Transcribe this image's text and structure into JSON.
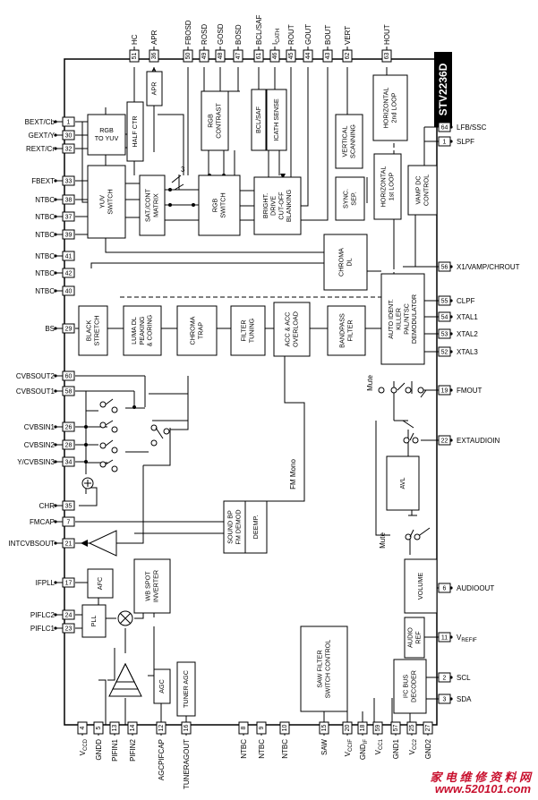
{
  "chip": {
    "part_number": "STV2236D"
  },
  "pins": {
    "p1": {
      "num": "1",
      "label": "BEXT/Cb"
    },
    "p2": {
      "num": "30",
      "label": "GEXT/Y"
    },
    "p3": {
      "num": "32",
      "label": "REXT/Cr"
    },
    "p4": {
      "num": "33",
      "label": "FBEXT"
    },
    "p5": {
      "num": "38",
      "label": "NTBC"
    },
    "p6": {
      "num": "37",
      "label": "NTBC"
    },
    "p7": {
      "num": "39",
      "label": "NTBC"
    },
    "p8": {
      "num": "41",
      "label": "NTBC"
    },
    "p9": {
      "num": "42",
      "label": "NTBC"
    },
    "p10": {
      "num": "40",
      "label": "NTBC"
    },
    "p11": {
      "num": "29",
      "label": "BS"
    },
    "p12": {
      "num": "60",
      "label": "CVBSOUT2"
    },
    "p13": {
      "num": "58",
      "label": "CVBSOUT1"
    },
    "p14": {
      "num": "26",
      "label": "CVBSIN1"
    },
    "p15": {
      "num": "28",
      "label": "CVBSIN2"
    },
    "p16": {
      "num": "34",
      "label": "Y/CVBSIN3"
    },
    "p17": {
      "num": "35",
      "label": "CHR"
    },
    "p18": {
      "num": "7",
      "label": "FMCAP"
    },
    "p19": {
      "num": "21",
      "label": "INTCVBSOUT"
    },
    "p20": {
      "num": "17",
      "label": "IFPLL"
    },
    "p21": {
      "num": "24",
      "label": "PIFLC2"
    },
    "p22": {
      "num": "23",
      "label": "PIFLC1"
    },
    "p23": {
      "num": "64",
      "label": "LFB/SSC"
    },
    "p24": {
      "num": "1",
      "label": "SLPF"
    },
    "p25": {
      "num": "56",
      "label": "X1/VAMP/CHROUT"
    },
    "p26": {
      "num": "55",
      "label": "CLPF"
    },
    "p27": {
      "num": "54",
      "label": "XTAL1"
    },
    "p28": {
      "num": "53",
      "label": "XTAL2"
    },
    "p29": {
      "num": "52",
      "label": "XTAL3"
    },
    "p30": {
      "num": "19",
      "label": "FMOUT"
    },
    "p31": {
      "num": "22",
      "label": "EXTAUDIOIN"
    },
    "p32": {
      "num": "6",
      "label": "AUDIOOUT"
    },
    "p33": {
      "num": "11",
      "label": "V",
      "sub": "REFIF"
    },
    "p34": {
      "num": "2",
      "label": "SCL"
    },
    "p35": {
      "num": "3",
      "label": "SDA"
    },
    "t1": {
      "num": "51",
      "label": "HC"
    },
    "t2": {
      "num": "36",
      "label": "APR"
    },
    "t3": {
      "num": "50",
      "label": "FBOSD"
    },
    "t4": {
      "num": "49",
      "label": "ROSD"
    },
    "t5": {
      "num": "48",
      "label": "GOSD"
    },
    "t6": {
      "num": "47",
      "label": "BOSD"
    },
    "t7": {
      "num": "61",
      "label": "BCL/SAF"
    },
    "t8": {
      "num": "46",
      "label": "I",
      "sub": "CATH"
    },
    "t9": {
      "num": "45",
      "label": "ROUT"
    },
    "t10": {
      "num": "44",
      "label": "GOUT"
    },
    "t11": {
      "num": "43",
      "label": "BOUT"
    },
    "t12": {
      "num": "62",
      "label": "VERT"
    },
    "t13": {
      "num": "63",
      "label": "HOUT"
    },
    "b1": {
      "num": "4",
      "label": "V",
      "sub": "CCD"
    },
    "b2": {
      "num": "5",
      "label": "GNDD"
    },
    "b3": {
      "num": "13",
      "label": "PIFIN1"
    },
    "b4": {
      "num": "14",
      "label": "PIFIN2"
    },
    "b5": {
      "num": "12",
      "label": "AGCPIFCAP"
    },
    "b6": {
      "num": "16",
      "label": "TUNERAGOUT"
    },
    "b7": {
      "num": "8",
      "label": "NTBC"
    },
    "b8": {
      "num": "9",
      "label": "NTBC"
    },
    "b9": {
      "num": "10",
      "label": "NTBC"
    },
    "b10": {
      "num": "15",
      "label": "SAW"
    },
    "b11": {
      "num": "20",
      "label": "V",
      "sub": "CCIF"
    },
    "b12": {
      "num": "18",
      "label": "GND",
      "sub": "IF"
    },
    "b13": {
      "num": "59",
      "label": "V",
      "sub": "CC1"
    },
    "b14": {
      "num": "57",
      "label": "GND1"
    },
    "b15": {
      "num": "25",
      "label": "V",
      "sub": "CC2"
    },
    "b16": {
      "num": "27",
      "label": "GND2"
    }
  },
  "blocks": {
    "rgb_to_yuv": [
      "RGB",
      "TO YUV"
    ],
    "yuv_switch": [
      "YUV",
      "SWITCH"
    ],
    "half_ctr": [
      "HALF CTR"
    ],
    "apr": [
      "APR"
    ],
    "sat_cont_matrix": [
      "SAT./CONT",
      "MATRIX"
    ],
    "rgb_contrast": [
      "RGB",
      "CONTRAST"
    ],
    "rgb_switch": [
      "RGB",
      "SWITCH"
    ],
    "bcl_saf": [
      "BCL/SAF"
    ],
    "icath_sense": [
      "I",
      "CATH",
      " SENSE"
    ],
    "bright_drive": [
      "BRIGHT.",
      "DRIVE",
      "CUT-OFF",
      "BLANKING"
    ],
    "vertical_scanning": [
      "VERTICAL",
      "SCANNING"
    ],
    "sync_sep": [
      "SYNC.",
      "SEP."
    ],
    "horiz_1st_loop": [
      "HORIZONTAL",
      "1st LOOP"
    ],
    "horiz_2nd_loop": [
      "HORIZONTAL",
      "2nd LOOP"
    ],
    "vamp_dc_control": [
      "VAMP DC",
      "CONTROL"
    ],
    "chroma_dl": [
      "CHROMA",
      "DL"
    ],
    "auto_ident": [
      "AUTO IDENT.",
      "KILLER",
      "PAL/NTSC",
      "DEMODULATOR"
    ],
    "black_stretch": [
      "BLACK",
      "STRETCH"
    ],
    "luma_dl": [
      "LUMA DL",
      "PEAKING",
      "& CORING"
    ],
    "chroma_trap": [
      "CHROMA",
      "TRAP"
    ],
    "filter_tuning": [
      "FILTER",
      "TUNING"
    ],
    "acc_overload": [
      "ACC & ACC",
      "OVERLOAD"
    ],
    "bandpass_filter": [
      "BANDPASS",
      "FILTER"
    ],
    "avl": [
      "AVL"
    ],
    "sound_bp": [
      "SOUND BP",
      "FM DEMOD"
    ],
    "deemp": [
      "DEEMP."
    ],
    "volume": [
      "VOLUME"
    ],
    "audio_ref": [
      "AUDIO",
      "REF"
    ],
    "afc": [
      "AFC"
    ],
    "vif_spot_inverter": [
      "WB SPOT",
      "INVERTER"
    ],
    "pll": [
      "PLL"
    ],
    "agc": [
      "AGC"
    ],
    "tuner_agc": [
      "TUNER AGC"
    ],
    "saw_filter": [
      "SAW FILTER",
      "SWITCH CONTROL"
    ],
    "i2c_bus": [
      "I²C BUS",
      "DECODER"
    ]
  },
  "annotations": {
    "fm_mono": "FM Mono",
    "mute_top": "Mute",
    "mute_bottom": "Mute",
    "bus_width": "3"
  },
  "watermark": {
    "line1": "家 电 维 修 资 料 网",
    "line2": "www.520101.com"
  },
  "colors": {
    "line": "#000000",
    "watermark": "#c8102e",
    "badge_bg": "#000000",
    "badge_fg": "#ffffff"
  }
}
